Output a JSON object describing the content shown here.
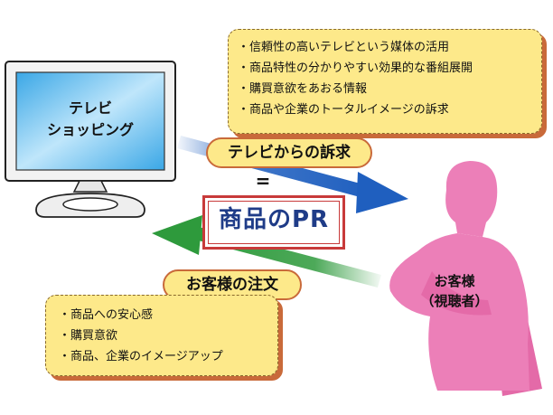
{
  "tv": {
    "screen_line1": "テレビ",
    "screen_line2": "ショッピング"
  },
  "top_note": {
    "items": [
      "信頼性の高いテレビという媒体の活用",
      "商品特性の分かりやすい効果的な番組展開",
      "購買意欲をあおる情報",
      "商品や企業のトータルイメージの訴求"
    ]
  },
  "bottom_note": {
    "items": [
      "商品への安心感",
      "購買意欲",
      "商品、企業のイメージアップ"
    ]
  },
  "arrow_right_label": "テレビからの訴求",
  "arrow_left_label": "お客様の注文",
  "center_label": "商品のPR",
  "equals_sign": "=",
  "customer": {
    "line1": "お客様",
    "line2": "（視聴者）"
  },
  "colors": {
    "arrow_right": "#1f5fbf",
    "arrow_left": "#2e9a3c",
    "customer": "#ec7fb8",
    "note_bg": "#fde98a",
    "note_shadow": "#c96a3a",
    "pr_border": "#c83a3a",
    "pr_text": "#1f3c88"
  }
}
